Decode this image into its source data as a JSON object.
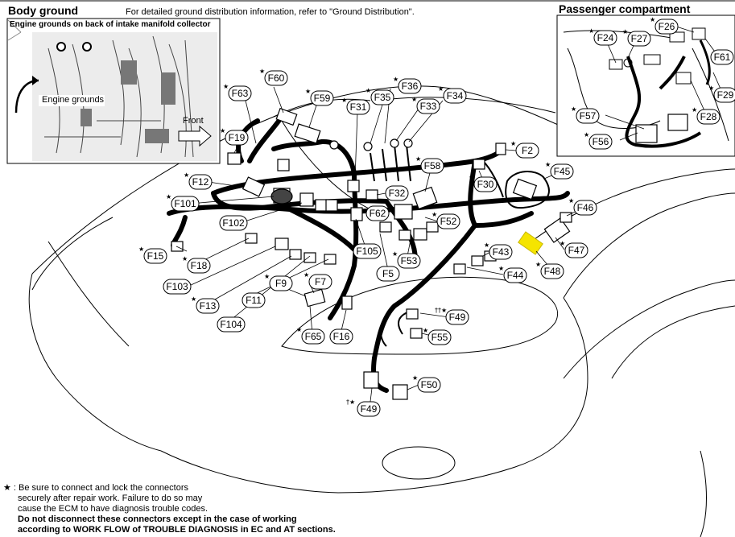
{
  "header": {
    "body_ground": "Body ground",
    "ground_note": "For detailed ground distribution information, refer to \"Ground Distribution\".",
    "passenger_title": "Passenger compartment"
  },
  "inset": {
    "title": "Engine grounds on back of intake manifold collector",
    "label": "Engine grounds",
    "front": "Front"
  },
  "footnote": {
    "symbol": "★ :",
    "line1": "Be sure to connect and lock the connectors",
    "line2": "securely after repair work. Failure to do so may",
    "line3": "cause the ECM to have diagnosis trouble codes.",
    "bold1": "Do not disconnect these connectors except in the case of working",
    "bold2": "according to WORK FLOW of TROUBLE DIAGNOSIS in EC and AT sections."
  },
  "highlight_color": "#f5e400",
  "connectors": {
    "F60": "F60",
    "F63": "F63",
    "F59": "F59",
    "F31": "F31",
    "F35": "F35",
    "F36": "F36",
    "F33": "F33",
    "F34": "F34",
    "F19": "F19",
    "F12": "F12",
    "F101": "F101",
    "F102": "F102",
    "F15": "F15",
    "F18": "F18",
    "F103": "F103",
    "F13": "F13",
    "F104": "F104",
    "F11": "F11",
    "F9": "F9",
    "F7": "F7",
    "F65": "F65",
    "F16": "F16",
    "F105": "F105",
    "F5": "F5",
    "F62": "F62",
    "F32": "F32",
    "F58": "F58",
    "F52": "F52",
    "F53": "F53",
    "F30": "F30",
    "F2": "F2",
    "F45": "F45",
    "F46": "F46",
    "F47": "F47",
    "F43": "F43",
    "F44": "F44",
    "F48": "F48",
    "F49a": "F49",
    "F55": "F55",
    "F50": "F50",
    "F49b": "F49",
    "F24": "F24",
    "F27": "F27",
    "F26": "F26",
    "F61": "F61",
    "F29": "F29",
    "F28": "F28",
    "F57": "F57",
    "F56": "F56"
  }
}
